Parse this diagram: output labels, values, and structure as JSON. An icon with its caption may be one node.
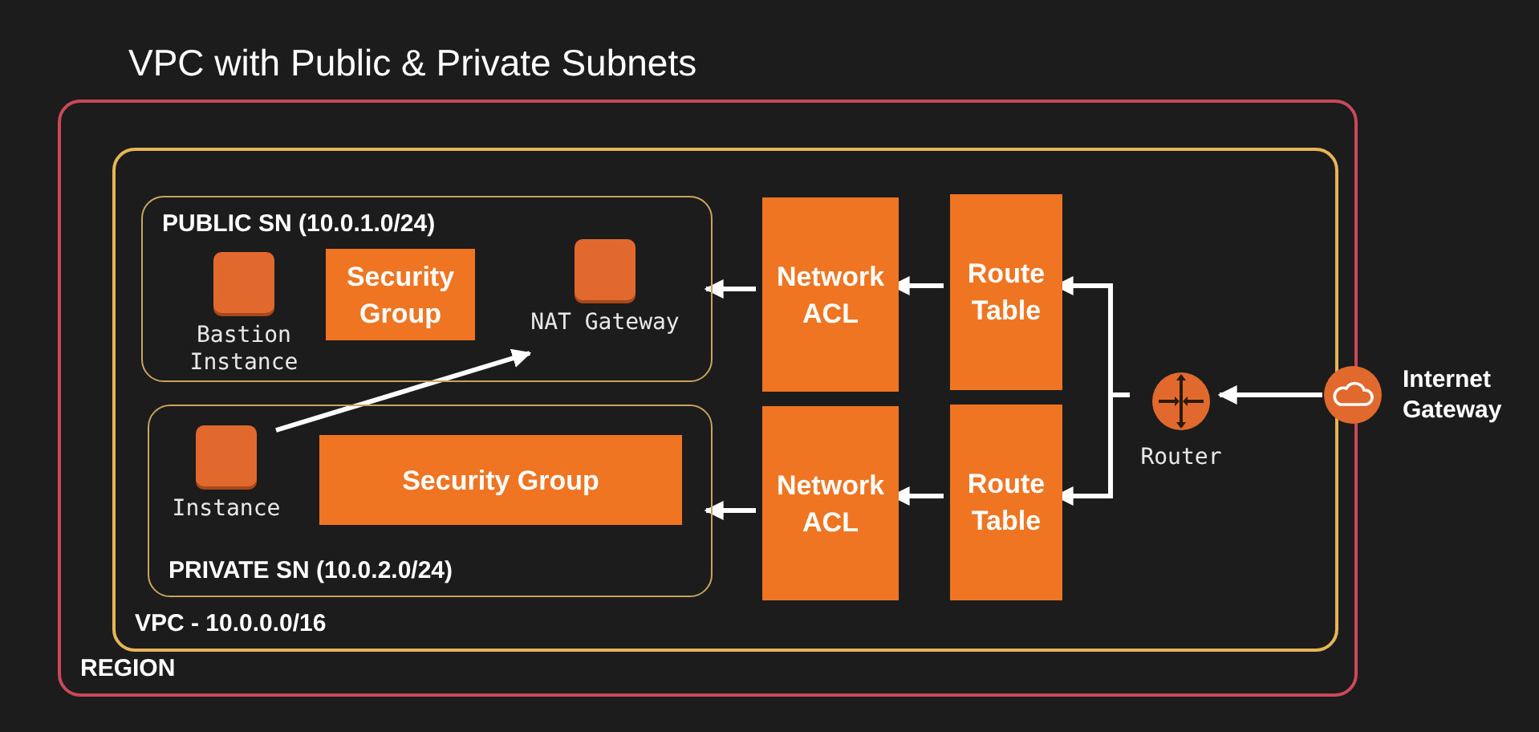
{
  "diagram": {
    "title": "VPC with Public & Private Subnets",
    "nodes": [
      {
        "text": [
          "REGION"
        ]
      },
      {
        "text": [
          "VPC - 10.0.0.0/16"
        ],
        "in": 0
      },
      {
        "text": [
          "PUBLIC SN (10.0.1.0/24)"
        ],
        "in": 1
      },
      {
        "text": [
          "Bastion Instance"
        ],
        "in": 2
      },
      {
        "text": [
          "Security Group"
        ],
        "in": 2
      },
      {
        "text": [
          "NAT Gateway"
        ],
        "in": 2
      },
      {
        "text": [
          "PRIVATE SN (10.0.2.0/24)"
        ],
        "in": 1
      },
      {
        "text": [
          "Instance"
        ],
        "in": 6
      },
      {
        "text": [
          "Security Group"
        ],
        "in": 6
      },
      {
        "text": [
          "Network ACL"
        ],
        "in": 1
      },
      {
        "text": [
          "Route Table"
        ],
        "in": 1
      },
      {
        "text": [
          "Network ACL"
        ],
        "in": 1
      },
      {
        "text": [
          "Route Table"
        ],
        "in": 1
      },
      {
        "text": [
          "Router"
        ],
        "in": 1
      },
      {
        "text": [
          "Internet Gateway"
        ]
      }
    ],
    "edges": [
      {
        "from": 14,
        "to": 13,
        "arrow": "to"
      },
      {
        "from": 13,
        "to": 10,
        "arrow": "to"
      },
      {
        "from": 13,
        "to": 12,
        "arrow": "to"
      },
      {
        "from": 10,
        "to": 9,
        "arrow": "to"
      },
      {
        "from": 12,
        "to": 11,
        "arrow": "to"
      },
      {
        "from": 9,
        "to": 2,
        "arrow": "to"
      },
      {
        "from": 11,
        "to": 6,
        "arrow": "to"
      },
      {
        "from": 7,
        "to": 5,
        "arrow": "to"
      }
    ]
  }
}
